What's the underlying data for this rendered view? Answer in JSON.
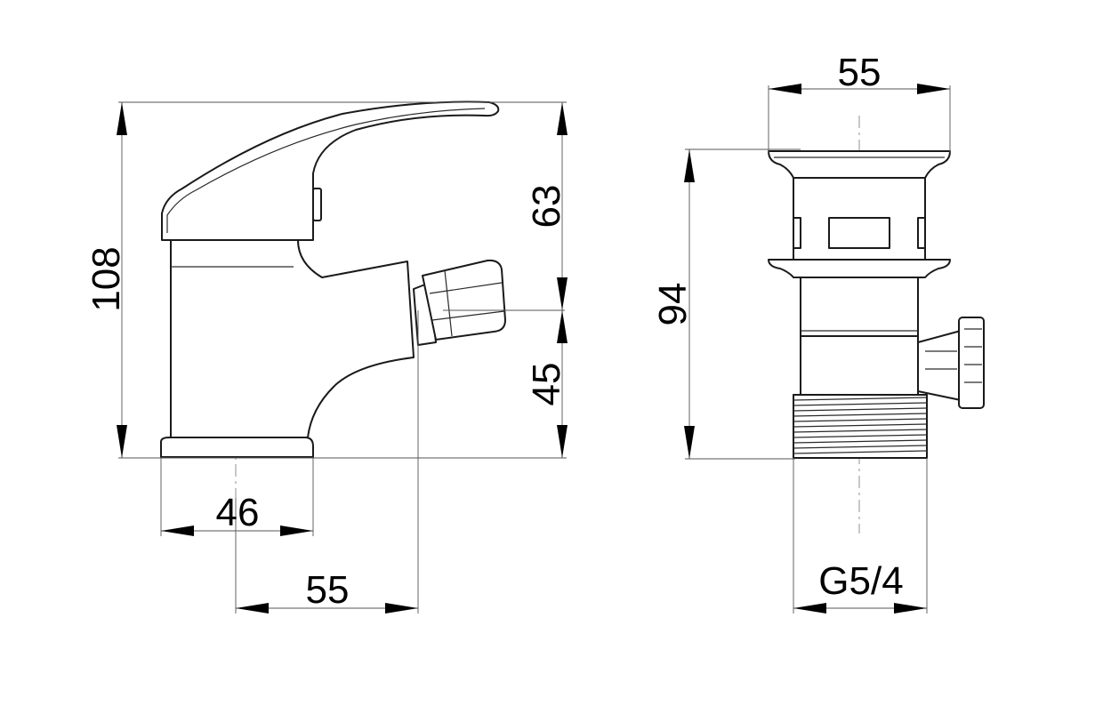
{
  "colors": {
    "line": "#1a1a1a",
    "dimension": "#000000",
    "background": "#ffffff"
  },
  "faucet": {
    "dimensions": {
      "total_height": "108",
      "upper_height": "63",
      "lower_height": "45",
      "base_width": "46",
      "reach": "55"
    }
  },
  "waste": {
    "dimensions": {
      "head_width": "55",
      "height": "94",
      "thread_size": "G5/4"
    }
  }
}
